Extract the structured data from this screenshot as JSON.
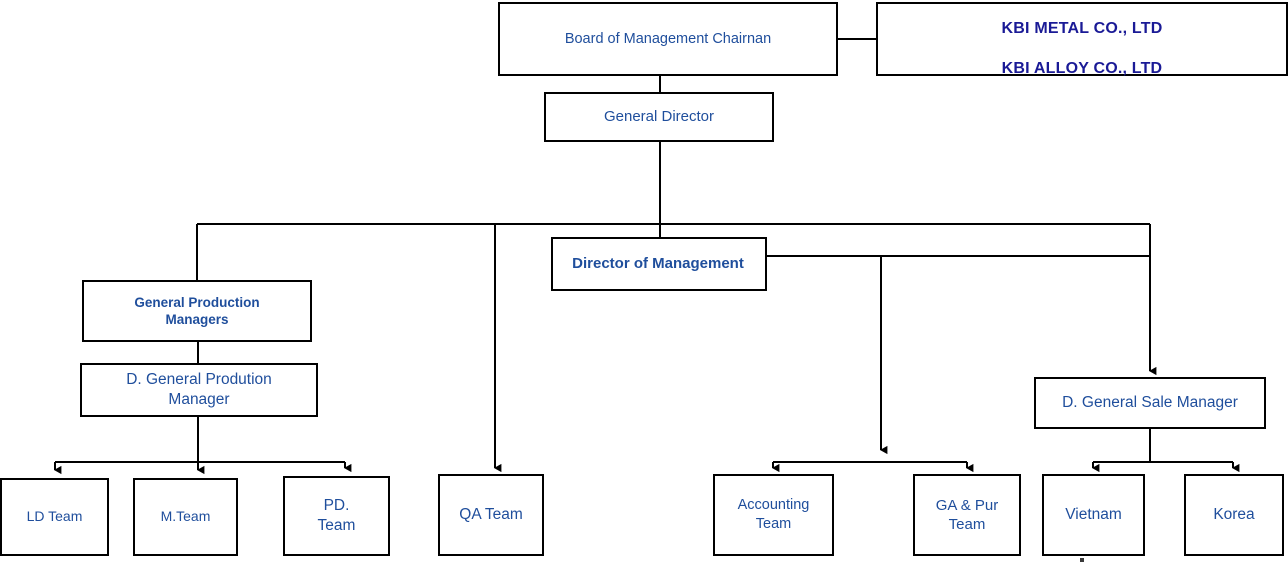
{
  "chart_data": {
    "type": "diagram",
    "title": "KBI Organization Chart",
    "nodes": [
      {
        "id": "chairman",
        "label": "Board of Management Chairnan"
      },
      {
        "id": "kbi-companies",
        "label": "KBI METAL CO., LTD\nKBI ALLOY  CO., LTD"
      },
      {
        "id": "general-director",
        "label": "General Director"
      },
      {
        "id": "director-management",
        "label": "Director of Management"
      },
      {
        "id": "general-production-managers",
        "label": "General Production\nManagers"
      },
      {
        "id": "d-general-production-manager",
        "label": "D.  General Prodution\nManager"
      },
      {
        "id": "d-general-sale-manager",
        "label": "D.  General  Sale Manager"
      },
      {
        "id": "ld-team",
        "label": "LD Team"
      },
      {
        "id": "m-team",
        "label": "M.Team"
      },
      {
        "id": "pd-team",
        "label": "PD.\nTeam"
      },
      {
        "id": "qa-team",
        "label": "QA Team"
      },
      {
        "id": "accounting-team",
        "label": "Accounting\nTeam"
      },
      {
        "id": "ga-pur-team",
        "label": "GA & Pur\nTeam"
      },
      {
        "id": "vietnam",
        "label": "Vietnam"
      },
      {
        "id": "korea",
        "label": "Korea"
      }
    ],
    "edges": [
      {
        "from": "chairman",
        "to": "kbi-companies",
        "arrow": false
      },
      {
        "from": "chairman",
        "to": "general-director",
        "arrow": false
      },
      {
        "from": "general-director",
        "to": "general-production-managers",
        "arrow": false
      },
      {
        "from": "general-director",
        "to": "qa-team",
        "arrow": true
      },
      {
        "from": "general-director",
        "to": "d-general-sale-manager",
        "arrow": true
      },
      {
        "from": "general-production-managers",
        "to": "d-general-production-manager",
        "arrow": false
      },
      {
        "from": "d-general-production-manager",
        "to": "ld-team",
        "arrow": true
      },
      {
        "from": "d-general-production-manager",
        "to": "m-team",
        "arrow": true
      },
      {
        "from": "d-general-production-manager",
        "to": "pd-team",
        "arrow": true
      },
      {
        "from": "director-management",
        "to": "accounting-team",
        "arrow": true
      },
      {
        "from": "director-management",
        "to": "ga-pur-team",
        "arrow": true
      },
      {
        "from": "director-management",
        "to": "d-general-sale-manager",
        "arrow": true
      },
      {
        "from": "d-general-sale-manager",
        "to": "vietnam",
        "arrow": true
      },
      {
        "from": "d-general-sale-manager",
        "to": "korea",
        "arrow": true
      }
    ],
    "colors": {
      "node_border": "#000000",
      "node_fill": "#ffffff",
      "text_primary": "#1F4E9C",
      "text_company": "#1A1A96",
      "connector": "#000000",
      "background": "#ffffff"
    }
  },
  "nodes": {
    "chairman": {
      "label": "Board of Management Chairnan"
    },
    "kbi_companies": {
      "line1": "KBI METAL CO., LTD",
      "line2": "KBI ALLOY  CO., LTD"
    },
    "general_director": {
      "label": "General Director"
    },
    "director_management": {
      "label": "Director of Management"
    },
    "general_production_managers": {
      "label": "General Production\nManagers"
    },
    "d_general_production_manager": {
      "label": "D.  General Prodution\nManager"
    },
    "d_general_sale_manager": {
      "label": "D.  General  Sale Manager"
    },
    "ld_team": {
      "label": "LD Team"
    },
    "m_team": {
      "label": "M.Team"
    },
    "pd_team": {
      "label": "PD.\nTeam"
    },
    "qa_team": {
      "label": "QA Team"
    },
    "accounting_team": {
      "label": "Accounting\nTeam"
    },
    "ga_pur_team": {
      "label": "GA & Pur\nTeam"
    },
    "vietnam": {
      "label": "Vietnam"
    },
    "korea": {
      "label": "Korea"
    }
  }
}
